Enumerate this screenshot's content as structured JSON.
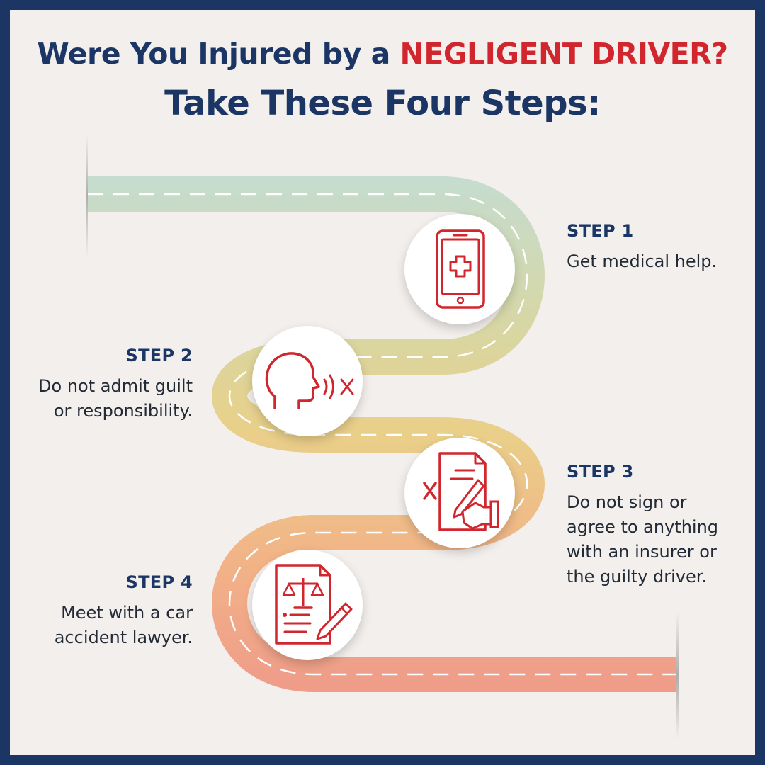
{
  "header": {
    "title_part1": "Were You Injured by a ",
    "title_accent": "NEGLIGENT DRIVER?",
    "title_line2": "Take These Four Steps:"
  },
  "colors": {
    "navy": "#1b3664",
    "red": "#d2262e",
    "background": "#f3efed",
    "road_start": "#c5dccf",
    "road_mid": "#e9d089",
    "road_end": "#ef9d89"
  },
  "steps": [
    {
      "label": "STEP 1",
      "desc_lines": [
        "Get medical help."
      ],
      "icon": "medical-phone-icon"
    },
    {
      "label": "STEP 2",
      "desc_lines": [
        "Do not admit guilt",
        "or responsibility."
      ],
      "icon": "no-speaking-icon"
    },
    {
      "label": "STEP 3",
      "desc_lines": [
        "Do not sign or",
        "agree to anything",
        "with an insurer or",
        "the guilty driver."
      ],
      "icon": "no-signing-icon"
    },
    {
      "label": "STEP 4",
      "desc_lines": [
        "Meet with a car",
        "accident lawyer."
      ],
      "icon": "legal-document-icon"
    }
  ]
}
